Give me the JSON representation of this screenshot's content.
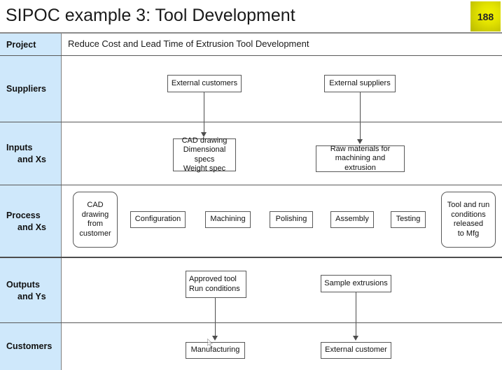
{
  "header": {
    "title": "SIPOC example 3: Tool Development",
    "slide_number": "188",
    "badge_color": "#e3e300"
  },
  "table": {
    "row_label_bg": "#cfe8fb",
    "rows": [
      {
        "label_line1": "Project",
        "label_line2": ""
      },
      {
        "label_line1": "Suppliers",
        "label_line2": ""
      },
      {
        "label_line1": "Inputs",
        "label_line2": "and Xs"
      },
      {
        "label_line1": "Process",
        "label_line2": "and Xs"
      },
      {
        "label_line1": "Outputs",
        "label_line2": "and Ys"
      },
      {
        "label_line1": "Customers",
        "label_line2": ""
      }
    ],
    "project_value": "Reduce Cost and Lead Time of Extrusion Tool Development"
  },
  "diagram": {
    "suppliers": [
      {
        "id": "external-customers",
        "text": "External customers"
      },
      {
        "id": "external-suppliers",
        "text": "External suppliers"
      }
    ],
    "inputs": [
      {
        "id": "cad-drawing-specs",
        "line1": "CAD drawing",
        "line2": "Dimensional specs",
        "line3": "Weight spec"
      },
      {
        "id": "raw-materials",
        "line1": "Raw materials for",
        "line2": "machining and extrusion",
        "line3": ""
      }
    ],
    "process": [
      {
        "id": "cad-drawing-from-customer",
        "line1": "CAD",
        "line2": "drawing",
        "line3": "from",
        "line4": "customer"
      },
      {
        "id": "configuration",
        "line1": "Configuration"
      },
      {
        "id": "machining",
        "line1": "Machining"
      },
      {
        "id": "polishing",
        "line1": "Polishing"
      },
      {
        "id": "assembly",
        "line1": "Assembly"
      },
      {
        "id": "testing",
        "line1": "Testing"
      },
      {
        "id": "tool-run-conditions",
        "line1": "Tool and run",
        "line2": "conditions",
        "line3": "released",
        "line4": "to Mfg"
      }
    ],
    "outputs": [
      {
        "id": "approved-tool",
        "line1": "Approved tool",
        "line2": "Run conditions"
      },
      {
        "id": "sample-extrusions",
        "line1": "Sample extrusions",
        "line2": ""
      }
    ],
    "customers": [
      {
        "id": "manufacturing",
        "text": "Manufacturing"
      },
      {
        "id": "external-customer",
        "text": "External customer"
      }
    ]
  }
}
